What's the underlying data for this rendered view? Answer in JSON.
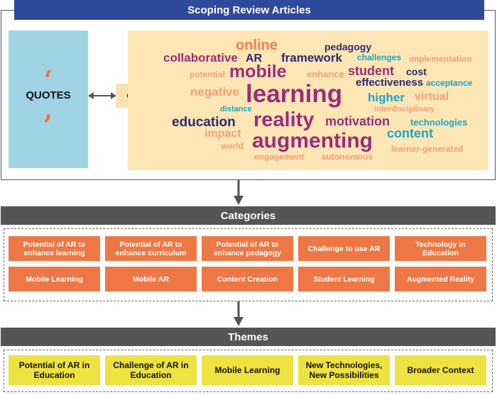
{
  "header": {
    "title": "Scoping Review Articles"
  },
  "quotes": {
    "open_mark": "‘",
    "close_mark": ",",
    "label": "QUOTES"
  },
  "codes": {
    "label": "CODES"
  },
  "word_cloud": [
    {
      "text": "online",
      "color": "#ef7f55"
    },
    {
      "text": "pedagogy",
      "color": "#2e2a73"
    },
    {
      "text": "collaborative",
      "color": "#9b2d7b"
    },
    {
      "text": "AR",
      "color": "#2e2a73"
    },
    {
      "text": "framework",
      "color": "#2e2a73"
    },
    {
      "text": "challenges",
      "color": "#1aa7c9"
    },
    {
      "text": "implementation",
      "color": "#f3a07a"
    },
    {
      "text": "potential",
      "color": "#f3a07a"
    },
    {
      "text": "mobile",
      "color": "#9b2d7b"
    },
    {
      "text": "enhance",
      "color": "#f3a07a"
    },
    {
      "text": "student",
      "color": "#9b2d7b"
    },
    {
      "text": "cost",
      "color": "#2e2a73"
    },
    {
      "text": "effectiveness",
      "color": "#2e2a73"
    },
    {
      "text": "acceptance",
      "color": "#1aa7c9"
    },
    {
      "text": "negative",
      "color": "#f3a07a"
    },
    {
      "text": "learning",
      "color": "#9b2d7b"
    },
    {
      "text": "higher",
      "color": "#1aa7c9"
    },
    {
      "text": "virtual",
      "color": "#f3a07a"
    },
    {
      "text": "distance",
      "color": "#1aa7c9"
    },
    {
      "text": "interdisciplinary",
      "color": "#f3a07a"
    },
    {
      "text": "education",
      "color": "#2e2a73"
    },
    {
      "text": "reality",
      "color": "#9b2d7b"
    },
    {
      "text": "motivation",
      "color": "#9b2d7b"
    },
    {
      "text": "technologies",
      "color": "#1aa7c9"
    },
    {
      "text": "impact",
      "color": "#f3a07a"
    },
    {
      "text": "content",
      "color": "#1aa7c9"
    },
    {
      "text": "world",
      "color": "#f3a07a"
    },
    {
      "text": "augmenting",
      "color": "#9b2d7b"
    },
    {
      "text": "learner-generated",
      "color": "#f3a07a"
    },
    {
      "text": "engagement",
      "color": "#f3a07a"
    },
    {
      "text": "autonomous",
      "color": "#f3a07a"
    }
  ],
  "categories": {
    "title": "Categories",
    "items": [
      "Potential of AR to enhance learning",
      "Potential of AR to enhance curriculum",
      "Potential of AR to enhance pedagogy",
      "Challenge to use AR",
      "Technology in Education",
      "Mobile Learning",
      "Mobile AR",
      "Content Creation",
      "Student Learning",
      "Augmented Reality"
    ]
  },
  "themes": {
    "title": "Themes",
    "items": [
      "Potential of AR in Education",
      "Challenge of AR in Education",
      "Mobile Learning",
      "New Technologies, New Possibilities",
      "Broader Context"
    ]
  },
  "colors": {
    "header_blue": "#2e4a9a",
    "section_gray": "#555555",
    "category_orange": "#ee7845",
    "theme_yellow": "#ede240",
    "quotes_blue": "#9fd3e4",
    "codes_tan": "#f6e3b0",
    "cloud_bg": "#fbe6b4"
  }
}
